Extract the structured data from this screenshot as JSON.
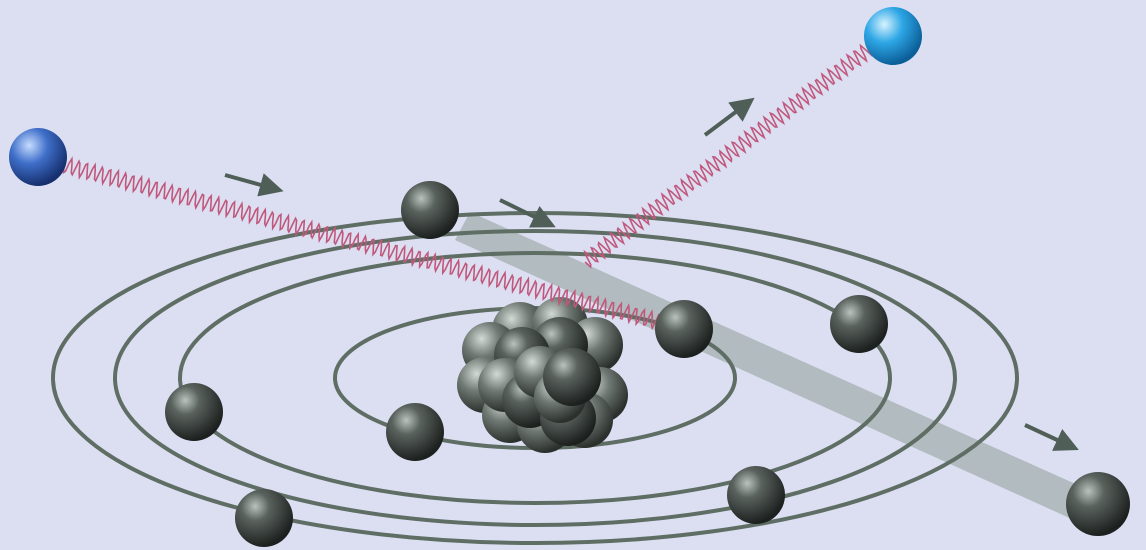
{
  "colors": {
    "background": "#dcdff2",
    "orbit": "#5f6e64",
    "electron": "#3a3f3c",
    "photon_wave": "#c0587c",
    "incident_particle": "#3f6fc9",
    "outgoing_particle": "#2ea7e6",
    "electron_path": "#8f9d96",
    "arrow": "#4f5f58"
  },
  "icons": {
    "incident_particle": "blue-sphere-icon",
    "outgoing_particle": "light-blue-sphere-icon",
    "electron": "dark-sphere-icon",
    "nucleus": "nucleon-cluster-icon",
    "direction": "arrow-icon"
  },
  "counts": {
    "orbits": 4,
    "bound_electrons": 8,
    "nucleons": 18
  }
}
